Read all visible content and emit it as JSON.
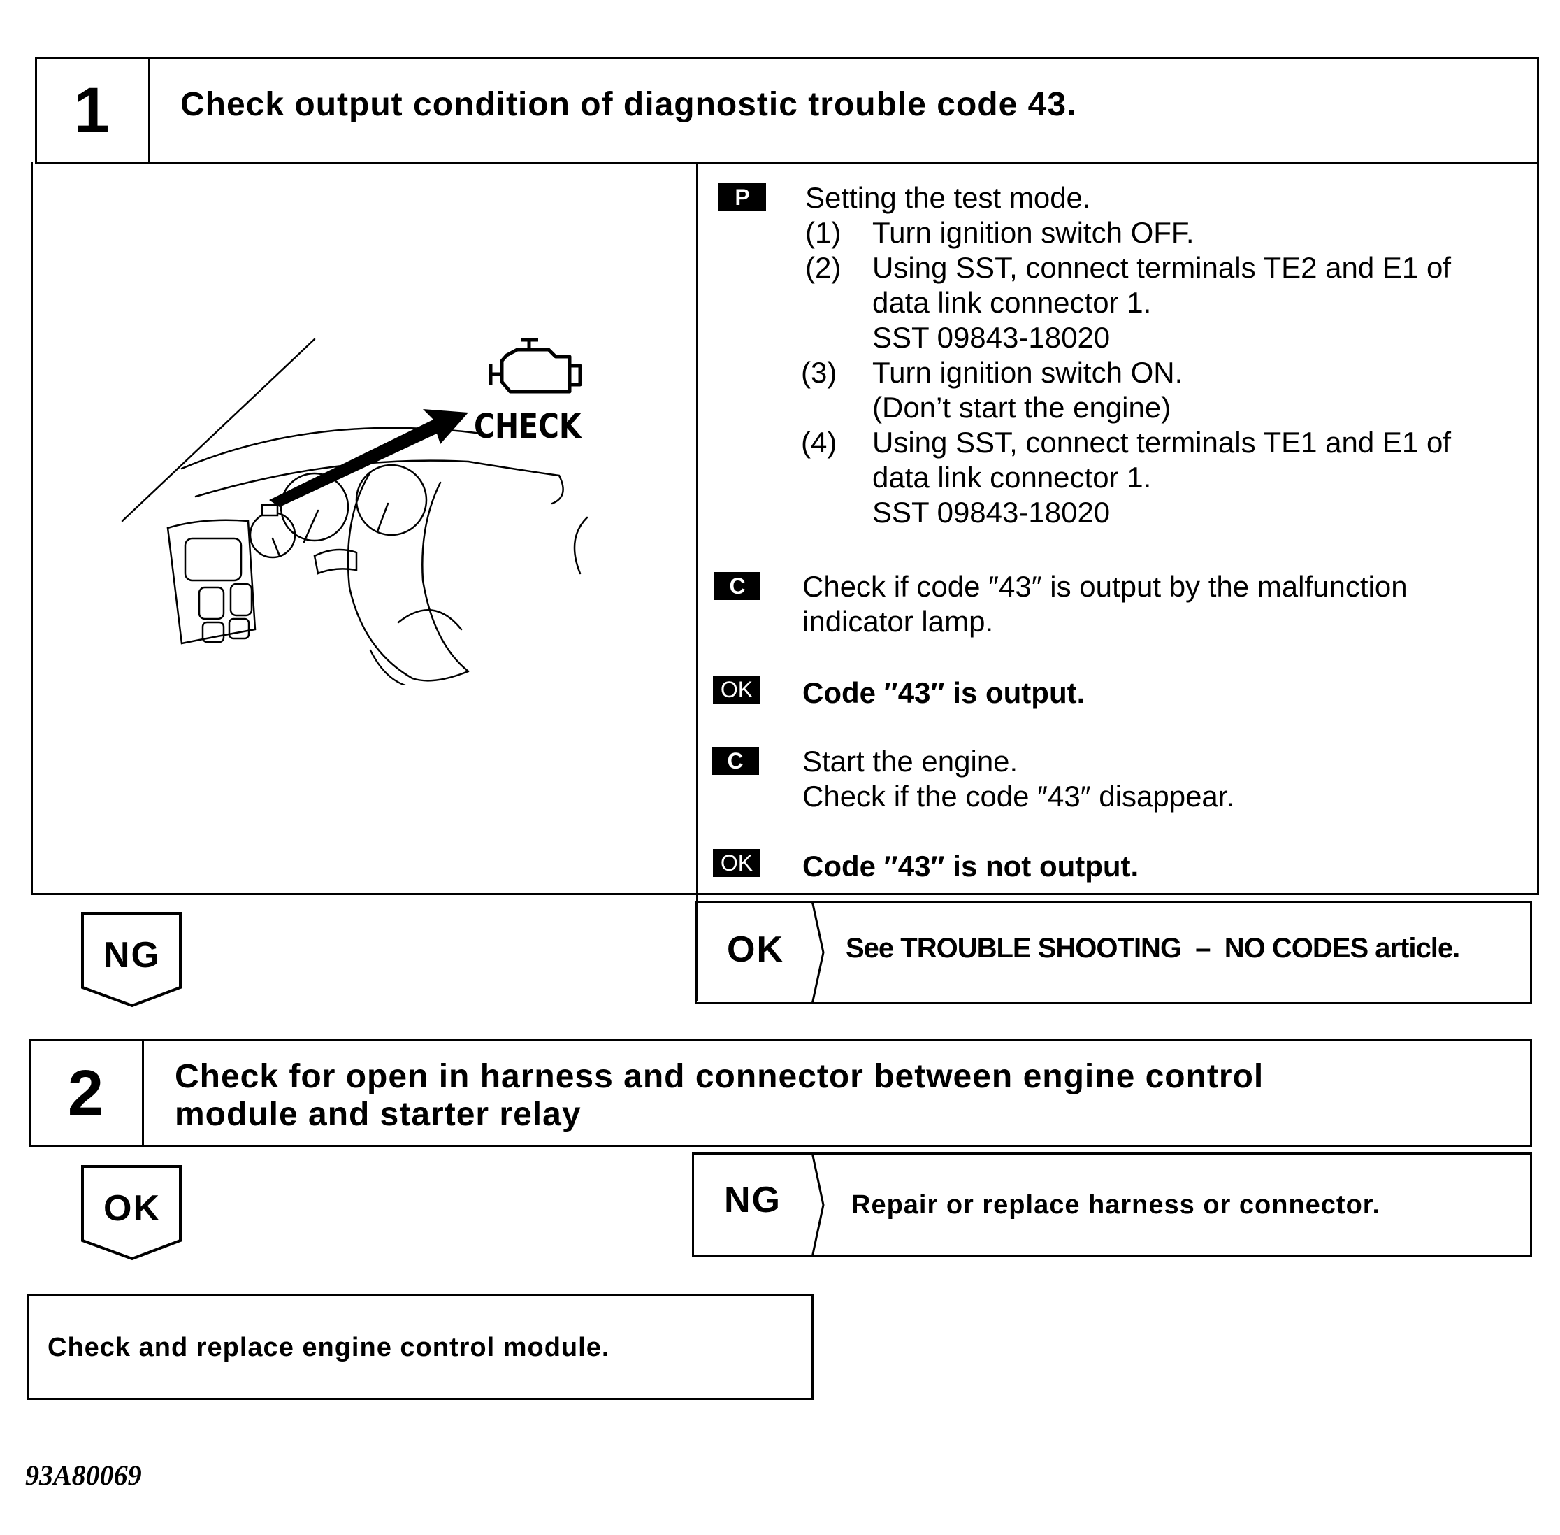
{
  "step1": {
    "number": "1",
    "title": "Check output condition of diagnostic trouble code 43.",
    "illustration": {
      "label": "CHECK"
    },
    "procedure": {
      "badge": "P",
      "heading": "Setting the test mode.",
      "items": [
        {
          "num": "(1)",
          "lines": [
            "Turn ignition switch OFF."
          ]
        },
        {
          "num": "(2)",
          "lines": [
            "Using SST, connect terminals TE2 and E1 of",
            "data link connector 1.",
            "SST 09843-18020"
          ]
        },
        {
          "num": "(3)",
          "lines": [
            "Turn ignition switch ON.",
            "(Don’t start the engine)"
          ]
        },
        {
          "num": "(4)",
          "lines": [
            "Using SST, connect terminals TE1 and E1 of",
            "data link connector 1.",
            "SST 09843-18020"
          ]
        }
      ]
    },
    "check1": {
      "badge": "C",
      "lines": [
        "Check if code ″43″ is output by the malfunction",
        "indicator lamp."
      ]
    },
    "ok1": {
      "badge": "OK",
      "text": "Code ″43″ is output."
    },
    "check2": {
      "badge": "C",
      "lines": [
        "Start the engine.",
        "Check if the code ″43″ disappear."
      ]
    },
    "ok2": {
      "badge": "OK",
      "text": "Code ″43″ is not output."
    },
    "ng_label": "NG",
    "ok_result": {
      "label": "OK",
      "text": "See TROUBLE SHOOTING  –  NO CODES article."
    }
  },
  "step2": {
    "number": "2",
    "title_lines": [
      "Check for open in harness and connector between engine control",
      "module and starter relay"
    ],
    "ok_label": "OK",
    "ng_result": {
      "label": "NG",
      "text": "Repair or replace harness or connector."
    }
  },
  "final": {
    "text": "Check and replace engine control module."
  },
  "figure_id": "93A80069"
}
